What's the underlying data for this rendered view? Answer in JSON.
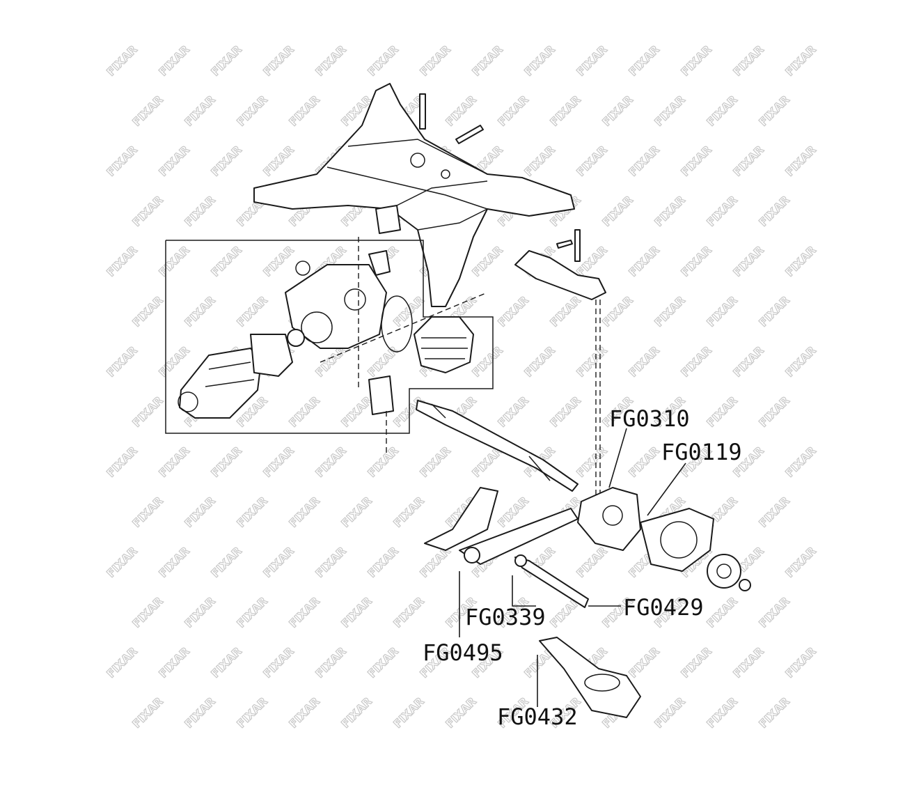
{
  "watermark": "FIXAR",
  "parts": [
    {
      "id": "FG0310",
      "label": "FG0310"
    },
    {
      "id": "FG0119",
      "label": "FG0119"
    },
    {
      "id": "FG0339",
      "label": "FG0339"
    },
    {
      "id": "FG0429",
      "label": "FG0429"
    },
    {
      "id": "FG0495",
      "label": "FG0495"
    },
    {
      "id": "FG0432",
      "label": "FG0432"
    }
  ]
}
